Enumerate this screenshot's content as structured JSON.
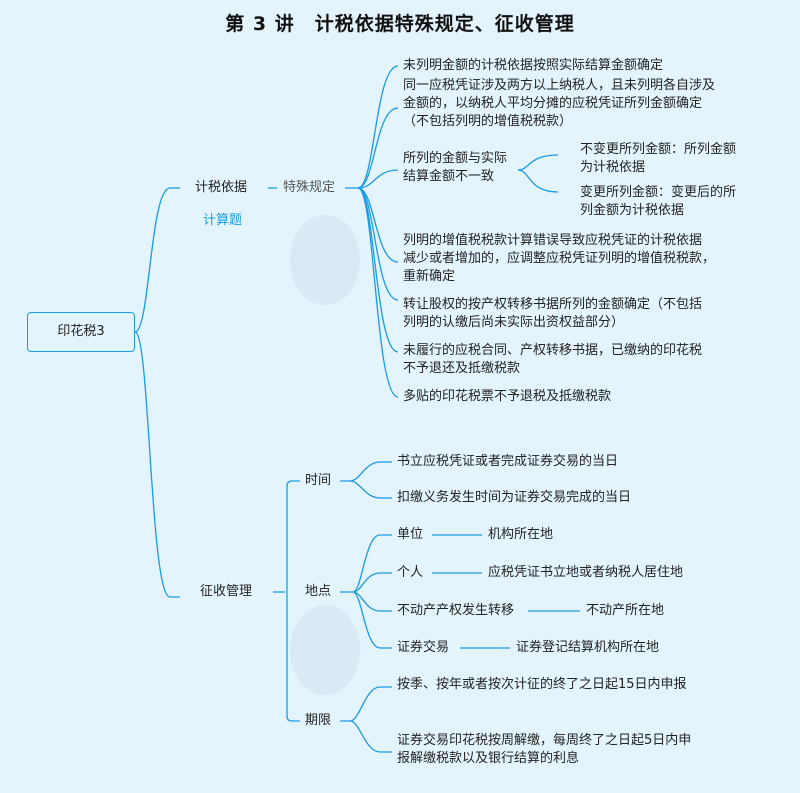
{
  "title": "第 3 讲　计税依据特殊规定、征收管理",
  "root": "印花税3",
  "basis": {
    "label": "计税依据",
    "tag": "计算题",
    "sub": "特殊规定",
    "items": [
      [
        "未列明金额的计税依据按照实际结算金额确定"
      ],
      [
        "同一应税凭证涉及两方以上纳税人，且未列明各自涉及",
        "金额的，以纳税人平均分摊的应税凭证所列金额确定",
        "（不包括列明的增值税税款）"
      ],
      [
        "所列的金额与实际",
        "结算金额不一致"
      ],
      [
        "列明的增值税税款计算错误导致应税凭证的计税依据",
        "减少或者增加的，应调整应税凭证列明的增值税税款，",
        "重新确定"
      ],
      [
        "转让股权的按产权转移书据所列的金额确定（不包括",
        "列明的认缴后尚未实际出资权益部分）"
      ],
      [
        "未履行的应税合同、产权转移书据，已缴纳的印花税",
        "不予退还及抵缴税款"
      ],
      [
        "多贴的印花税票不予退税及抵缴税款"
      ]
    ],
    "mismatch": [
      [
        "不变更所列金额：所列金额",
        "为计税依据"
      ],
      [
        "变更所列金额：变更后的所",
        "列金额为计税依据"
      ]
    ]
  },
  "admin": {
    "label": "征收管理",
    "time": {
      "label": "时间",
      "items": [
        "书立应税凭证或者完成证券交易的当日",
        "扣缴义务发生时间为证券交易完成的当日"
      ]
    },
    "place": {
      "label": "地点",
      "items": [
        {
          "k": "单位",
          "v": "机构所在地"
        },
        {
          "k": "个人",
          "v": "应税凭证书立地或者纳税人居住地"
        },
        {
          "k": "不动产产权发生转移",
          "v": "不动产所在地"
        },
        {
          "k": "证券交易",
          "v": "证券登记结算机构所在地"
        }
      ]
    },
    "term": {
      "label": "期限",
      "items": [
        [
          "按季、按年或者按次计征的终了之日起15日内申报"
        ],
        [
          "证券交易印花税按周解缴，每周终了之日起5日内申",
          "报解缴税款以及银行结算的利息"
        ]
      ]
    }
  },
  "colors": {
    "line": "#1a9be0",
    "background": "#e4f4fd"
  }
}
